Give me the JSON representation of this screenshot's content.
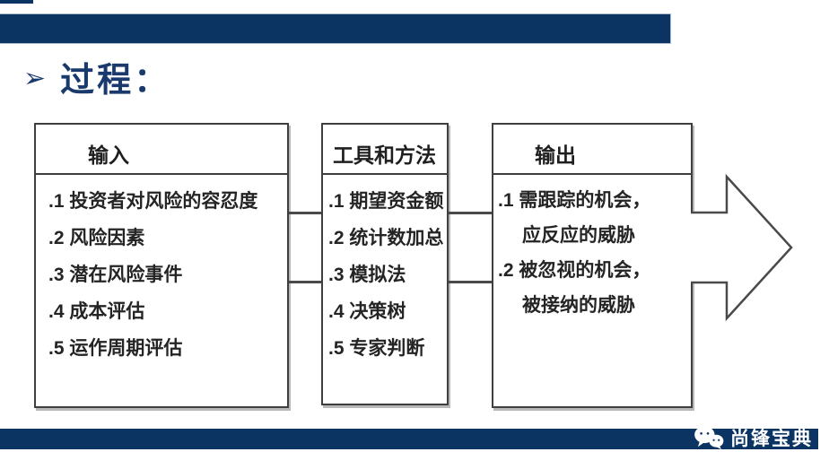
{
  "slide": {
    "title_bullet": "➢",
    "title": "过程："
  },
  "colors": {
    "banner_navy": "#0b3463",
    "title_navy": "#1a3a6e",
    "box_border": "#3f3f3f",
    "connector_gray": "#4a4a4a",
    "item_text": "#242424",
    "watermark_white": "#ffffff"
  },
  "diagram": {
    "boxes": [
      {
        "header": "输入",
        "items": [
          ".1 投资者对风险的容忍度",
          ".2 风险因素",
          ".3 潜在风险事件",
          ".4 成本评估",
          ".5 运作周期评估"
        ]
      },
      {
        "header": "工具和方法",
        "items": [
          ".1 期望资金额",
          ".2 统计数加总",
          ".3 模拟法",
          ".4 决策树",
          ".5 专家判断"
        ]
      },
      {
        "header": "输出",
        "items": [
          ".1 需跟踪的机会，",
          "应反应的威胁",
          ".2 被忽视的机会，",
          "被接纳的威胁"
        ]
      }
    ],
    "arrow": "right-block-arrow"
  },
  "watermark": {
    "icon": "wechat-chat-bubbles-icon",
    "text": "尚锋宝典"
  }
}
